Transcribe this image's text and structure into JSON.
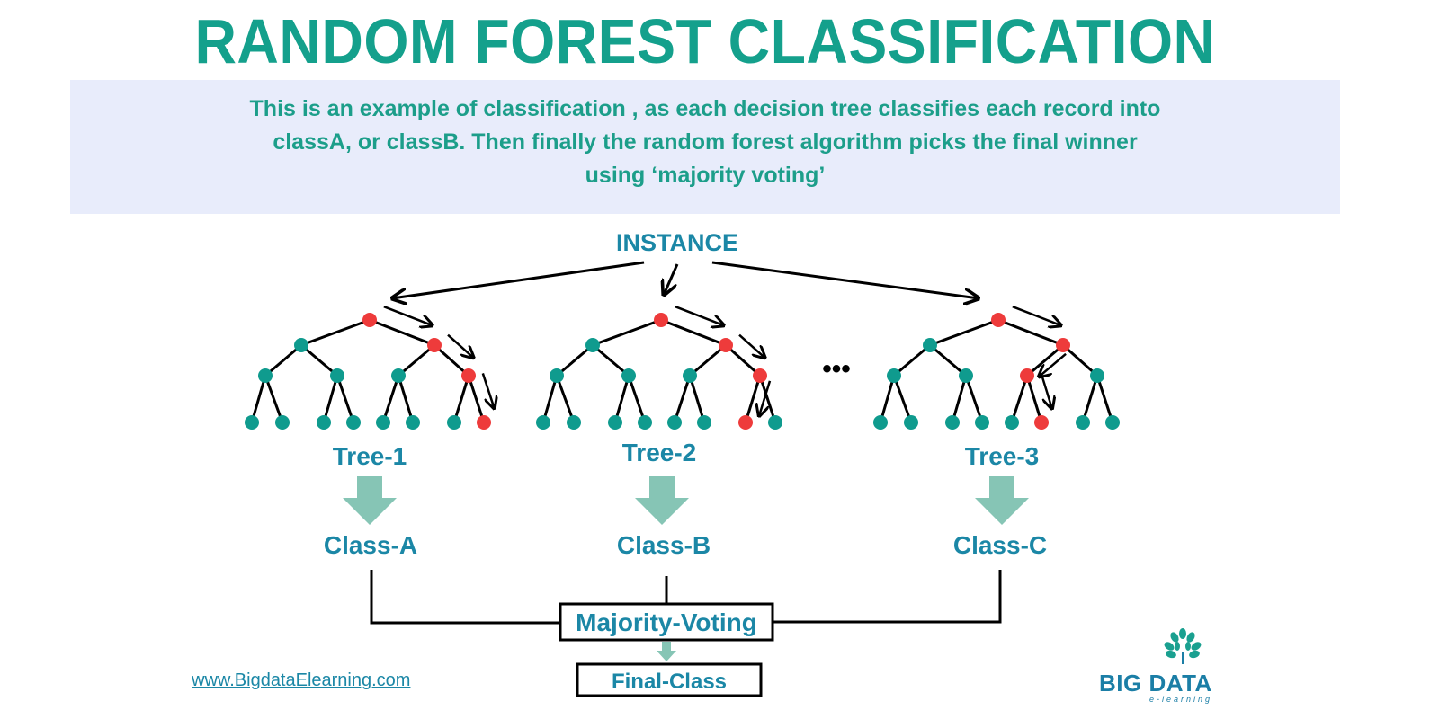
{
  "title": "RANDOM FOREST CLASSIFICATION",
  "description": {
    "line1": "This is an example of classification , as each decision tree classifies each record into",
    "line2": "classA, or classB. Then finally the random forest algorithm picks the final winner",
    "line3": "using ‘majority voting’"
  },
  "instance_label": "INSTANCE",
  "ellipsis": "•••",
  "colors": {
    "accent": "#14a08c",
    "label": "#1b87a6",
    "node_normal": "#0f9b8e",
    "node_path": "#ee3b3b",
    "arrow_fill": "#86c5b5",
    "desc_bg": "#e8ecfb"
  },
  "trees": [
    {
      "label": "Tree-1",
      "class_label": "Class-A",
      "path": [
        "root",
        "R",
        "RR",
        "RRR"
      ]
    },
    {
      "label": "Tree-2",
      "class_label": "Class-B",
      "path": [
        "root",
        "R",
        "RR",
        "RRL"
      ]
    },
    {
      "label": "Tree-3",
      "class_label": "Class-C",
      "path": [
        "root",
        "R",
        "RL",
        "RLR"
      ]
    }
  ],
  "majority_voting_label": "Majority-Voting",
  "final_class_label": "Final-Class",
  "website": "www.BigdataElearning.com",
  "logo": {
    "name": "BIG DATA",
    "tagline": "e-learning"
  }
}
